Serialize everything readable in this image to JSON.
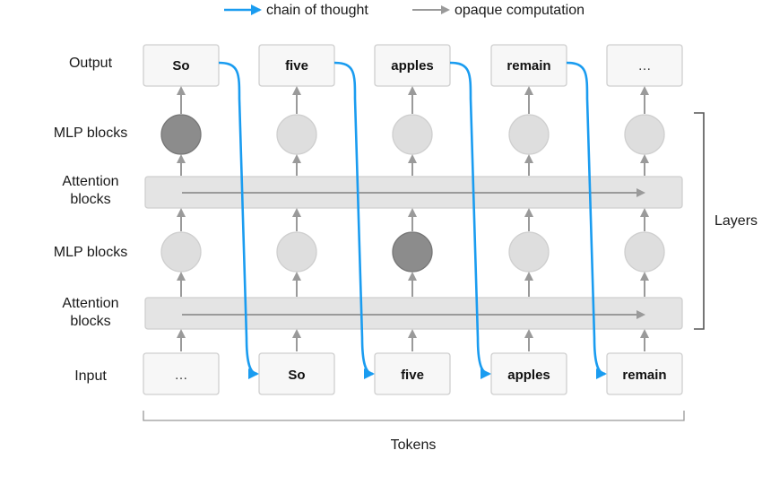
{
  "legend": {
    "chain_of_thought": "chain of thought",
    "opaque_computation": "opaque computation",
    "chain_color": "#1a9cf0",
    "opaque_color": "#9a9a9a"
  },
  "rows": {
    "output": "Output",
    "mlp_top": "MLP blocks",
    "attention_top_line1": "Attention",
    "attention_top_line2": "blocks",
    "mlp_bottom": "MLP blocks",
    "attention_bottom_line1": "Attention",
    "attention_bottom_line2": "blocks",
    "input": "Input"
  },
  "output_tokens": [
    "So",
    "five",
    "apples",
    "remain",
    "…"
  ],
  "input_tokens": [
    "…",
    "So",
    "five",
    "apples",
    "remain"
  ],
  "highlighted_mlp": {
    "top_column": 1,
    "bottom_column": 3
  },
  "axis": {
    "layers": "Layers",
    "tokens": "Tokens"
  }
}
